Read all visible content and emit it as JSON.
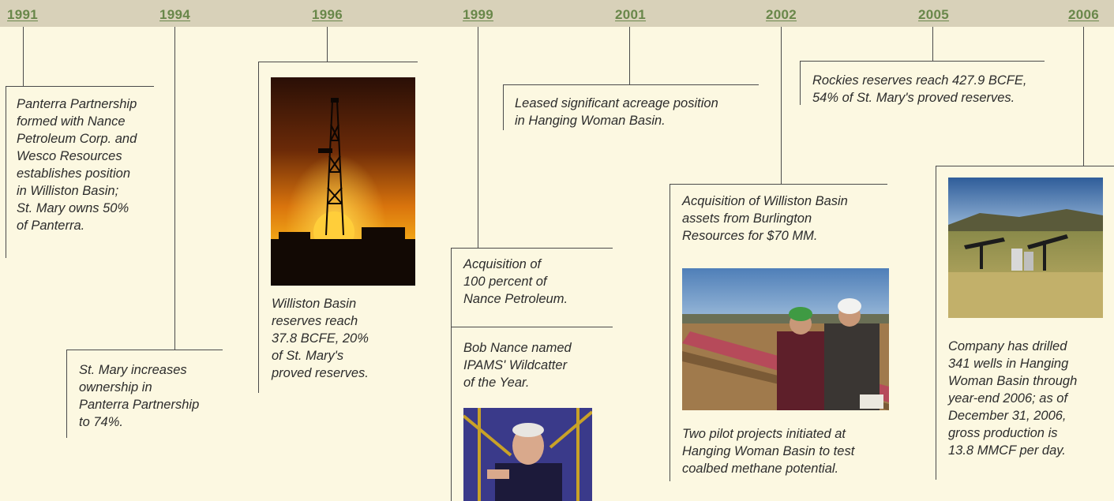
{
  "years": [
    "1991",
    "1994",
    "1996",
    "1999",
    "2001",
    "2002",
    "2005",
    "2006"
  ],
  "entries": {
    "e1991": "Panterra Partnership\nformed with Nance\nPetroleum Corp. and\nWesco Resources\nestablishes position\nin Williston Basin;\nSt. Mary owns 50%\nof Panterra.",
    "e1994": "St. Mary increases\nownership in\nPanterra Partnership\nto 74%.",
    "e1996": "Williston Basin\nreserves reach\n37.8 BCFE, 20%\nof St. Mary's\nproved reserves.",
    "e1999a": "Acquisition of\n100 percent of\nNance Petroleum.",
    "e1999b": "Bob Nance named\nIPAMS' Wildcatter\nof the Year.",
    "e2001": "Leased significant acreage position\nin Hanging Woman Basin.",
    "e2002a": "Acquisition of Williston Basin\nassets from Burlington\nResources for $70 MM.",
    "e2002b": "Two pilot projects initiated at\nHanging Woman Basin to test\ncoalbed methane potential.",
    "e2005": "Rockies reserves reach 427.9 BCFE,\n54% of St. Mary's proved reserves.",
    "e2006": "Company has drilled\n341 wells in Hanging\nWoman Basin through\nyear-end 2006; as of\nDecember 31, 2006,\ngross production is\n13.8 MMCF per day."
  },
  "photos": [
    "drilling-rig-sunset-photo",
    "portrait-photo",
    "pipeline-workers-photo",
    "pumpjacks-field-photo"
  ],
  "colors": {
    "background": "#fcf8e1",
    "year_bar": "#d8d1b9",
    "year_text": "#69874a",
    "rule": "#4a4a4a"
  }
}
